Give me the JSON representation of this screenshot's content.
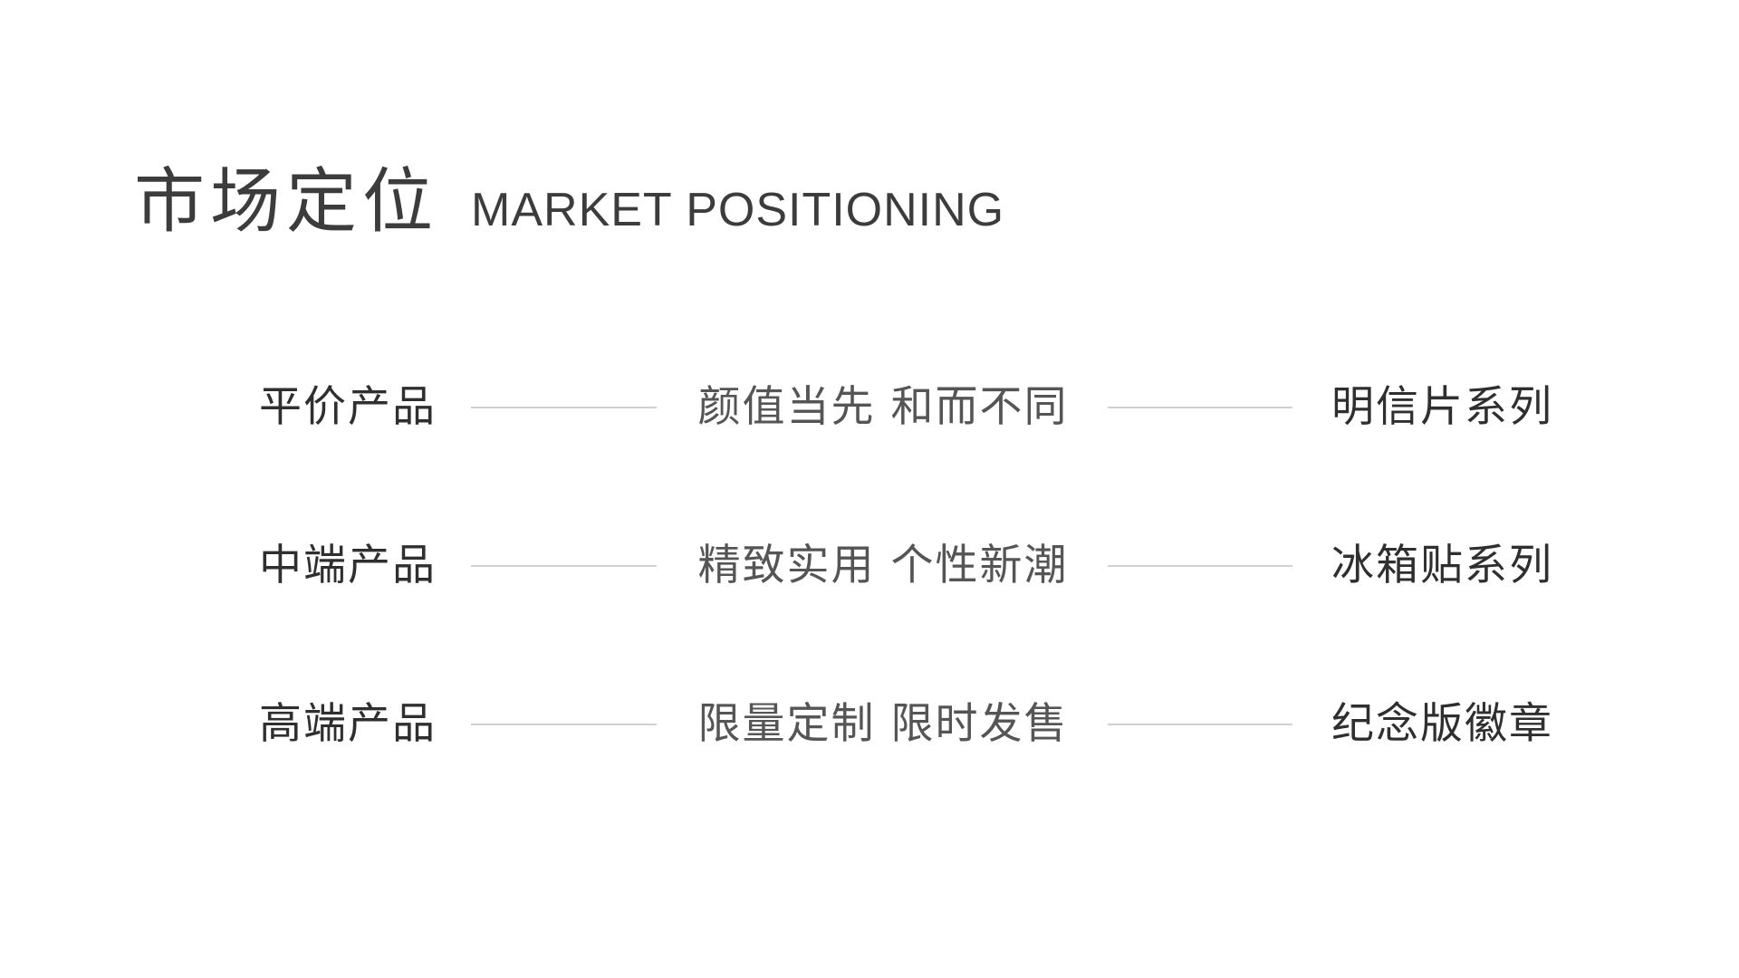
{
  "header": {
    "title_cn": "市场定位",
    "title_en": "MARKET POSITIONING"
  },
  "rows": [
    {
      "tier": "平价产品",
      "slogan": "颜值当先  和而不同",
      "series": "明信片系列"
    },
    {
      "tier": "中端产品",
      "slogan": "精致实用  个性新潮",
      "series": "冰箱贴系列"
    },
    {
      "tier": "高端产品",
      "slogan": "限量定制  限时发售",
      "series": "纪念版徽章"
    }
  ],
  "colors": {
    "text": "#333333",
    "line": "#d0d0d0",
    "background": "#ffffff"
  }
}
